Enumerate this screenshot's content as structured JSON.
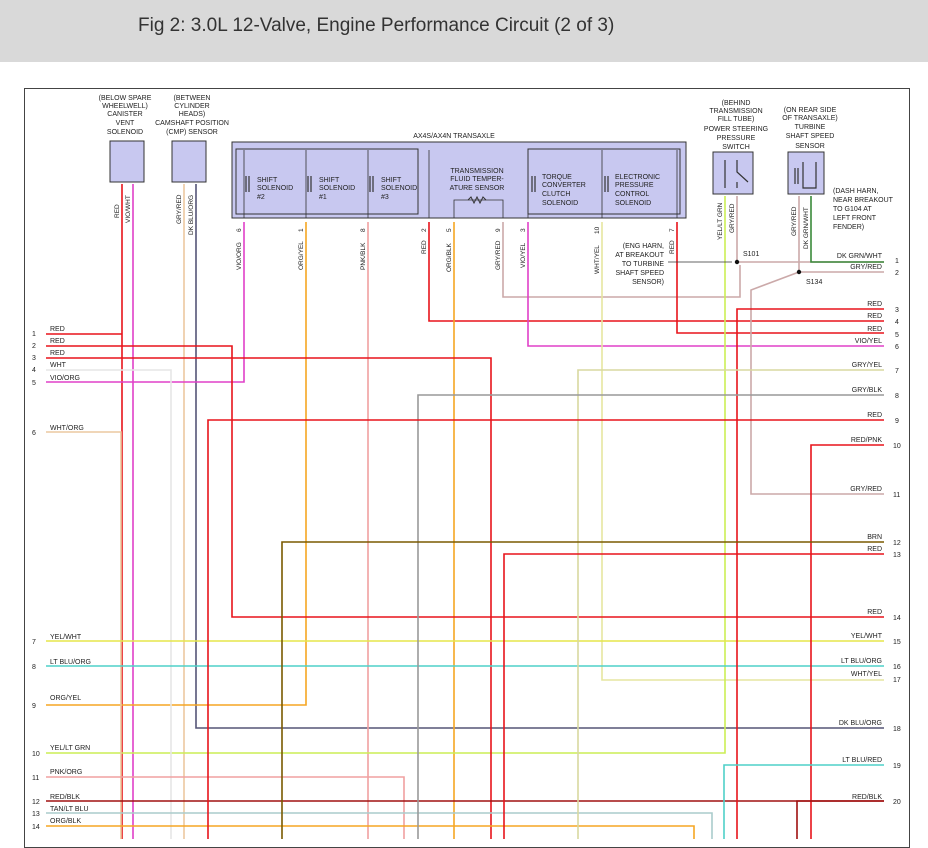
{
  "header": {
    "title": "Fig 2: 3.0L 12-Valve, Engine Performance Circuit (2 of 3)"
  },
  "colors": {
    "red": "#e8141b",
    "darkred": "#c00000",
    "vio": "#e040c8",
    "orange": "#f5a623",
    "tan": "#ecc8a0",
    "gray": "#999999",
    "brown": "#7a5a00",
    "yellow": "#e6e64a",
    "ltblue": "#4fd0c8",
    "green": "#55bb33",
    "dkgrnwht": "#3a8a3a",
    "grayred": "#cba9a9",
    "pink": "#f0a0a0",
    "blue": "#555577",
    "component_fill": "#c8c8f0"
  },
  "components": {
    "canister_vent": {
      "lines": [
        "(BELOW SPARE",
        "WHEELWELL)",
        "CANISTER",
        "VENT",
        "SOLENOID"
      ],
      "pins": [
        "RED",
        "VIO/WHT"
      ]
    },
    "cmp_sensor": {
      "lines": [
        "(BETWEEN",
        "CYLINDER",
        "HEADS)",
        "CAMSHAFT POSITION",
        "(CMP) SENSOR"
      ],
      "pins": [
        "GRY/RED",
        "DK BLU/ORG"
      ]
    },
    "transaxle": {
      "title": "AX4S/AX4N TRANSAXLE",
      "labels": [
        [
          "SHIFT",
          "SOLENOID",
          "#2"
        ],
        [
          "SHIFT",
          "SOLENOID",
          "#1"
        ],
        [
          "SHIFT",
          "SOLENOID",
          "#3"
        ],
        [
          "TRANSMISSION",
          "FLUID TEMPER-",
          "ATURE SENSOR"
        ],
        [
          "TORQUE",
          "CONVERTER",
          "CLUTCH",
          "SOLENOID"
        ],
        [
          "ELECTRONIC",
          "PRESSURE",
          "CONTROL",
          "SOLENOID"
        ]
      ],
      "pins": [
        {
          "wire": "VIO/ORG",
          "num": "6"
        },
        {
          "wire": "ORG/YEL",
          "num": "1"
        },
        {
          "wire": "PNK/BLK",
          "num": "8"
        },
        {
          "wire": "RED",
          "num": "2"
        },
        {
          "wire": "ORG/BLK",
          "num": "5"
        },
        {
          "wire": "GRY/RED",
          "num": "9"
        },
        {
          "wire": "VIO/YEL",
          "num": "3"
        },
        {
          "wire": "WHT/YEL",
          "num": "10"
        },
        {
          "wire": "RED",
          "num": "7"
        }
      ]
    },
    "ps_switch": {
      "lines": [
        "(BEHIND",
        "TRANSMISSION",
        "FILL TUBE)",
        "POWER STEERING",
        "PRESSURE",
        "SWITCH"
      ],
      "pins": [
        "YEL/LT GRN",
        "GRY/RED"
      ]
    },
    "tss_sensor": {
      "lines": [
        "(ON REAR SIDE",
        "OF TRANSAXLE)",
        "TURBINE",
        "SHAFT SPEED",
        "SENSOR"
      ],
      "pins": [
        "GRY/RED",
        "DK GRN/WHT"
      ]
    },
    "dash_harn": {
      "lines": [
        "(DASH HARN,",
        "NEAR BREAKOUT",
        "TO G104 AT",
        "LEFT FRONT",
        "FENDER)"
      ]
    },
    "eng_harn": {
      "lines": [
        "(ENG HARN,",
        "AT BREAKOUT",
        "TO TURBINE",
        "SHAFT SPEED",
        "SENSOR)"
      ]
    },
    "splices": [
      "S101",
      "S134"
    ]
  },
  "left_wires": [
    {
      "num": "1",
      "label": "RED"
    },
    {
      "num": "2",
      "label": "RED"
    },
    {
      "num": "3",
      "label": "RED"
    },
    {
      "num": "4",
      "label": "WHT"
    },
    {
      "num": "5",
      "label": "VIO/ORG"
    },
    {
      "num": "6",
      "label": "WHT/ORG"
    },
    {
      "num": "7",
      "label": "YEL/WHT"
    },
    {
      "num": "8",
      "label": "LT BLU/ORG"
    },
    {
      "num": "9",
      "label": "ORG/YEL"
    },
    {
      "num": "10",
      "label": "YEL/LT GRN"
    },
    {
      "num": "11",
      "label": "PNK/ORG"
    },
    {
      "num": "12",
      "label": "RED/BLK"
    },
    {
      "num": "13",
      "label": "TAN/LT BLU"
    },
    {
      "num": "14",
      "label": "ORG/BLK"
    }
  ],
  "right_wires": [
    {
      "num": "1",
      "label": "DK GRN/WHT"
    },
    {
      "num": "2",
      "label": "GRY/RED"
    },
    {
      "num": "3",
      "label": "RED"
    },
    {
      "num": "4",
      "label": "RED"
    },
    {
      "num": "5",
      "label": "RED"
    },
    {
      "num": "6",
      "label": "VIO/YEL"
    },
    {
      "num": "7",
      "label": "GRY/YEL"
    },
    {
      "num": "8",
      "label": "GRY/BLK"
    },
    {
      "num": "9",
      "label": "RED"
    },
    {
      "num": "10",
      "label": "RED/PNK"
    },
    {
      "num": "11",
      "label": "GRY/RED"
    },
    {
      "num": "12",
      "label": "BRN"
    },
    {
      "num": "13",
      "label": "RED"
    },
    {
      "num": "14",
      "label": "RED"
    },
    {
      "num": "15",
      "label": "YEL/WHT"
    },
    {
      "num": "16",
      "label": "LT BLU/ORG"
    },
    {
      "num": "17",
      "label": "WHT/YEL"
    },
    {
      "num": "18",
      "label": "DK BLU/ORG"
    },
    {
      "num": "19",
      "label": "LT BLU/RED"
    },
    {
      "num": "20",
      "label": "RED/BLK"
    }
  ]
}
